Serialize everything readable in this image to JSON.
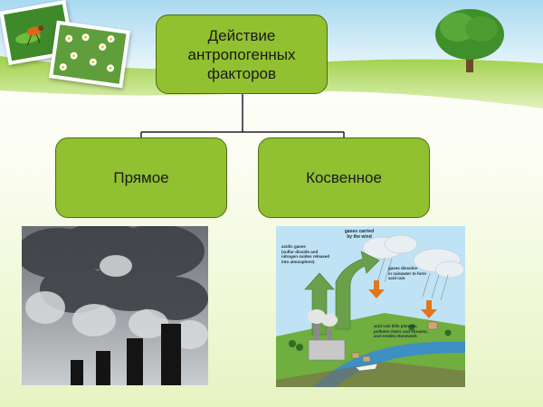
{
  "diagram": {
    "root": {
      "label": "Действие\nантропогенных\nфакторов"
    },
    "children": [
      {
        "label": "Прямое"
      },
      {
        "label": "Косвенное"
      }
    ]
  },
  "illustrations": {
    "smokestacks_photo": "factory chimneys with heavy smoke",
    "acid_rain": {
      "labels": {
        "gases_wind": "gases carried\nby the wind",
        "acidic_gases": "acidic gases\n(sulfur dioxide and\nnitrogen oxides released\ninto atmosphere)",
        "gases_dissolve": "gases dissolve\nin rainwater to form\nacid rain",
        "acid_rain_kills": "acid rain kills plantlife,\npollutes rivers and streams,\nand erodes stonework"
      }
    },
    "decor": [
      "insect-on-leaf-photo",
      "daisy-field-photo",
      "tree-on-hill"
    ]
  },
  "colors": {
    "node_fill": "#91c030",
    "node_border": "#4d6d12",
    "connector": "#222222",
    "grass": "#8cc63f",
    "sky": "#bfe3f4"
  }
}
